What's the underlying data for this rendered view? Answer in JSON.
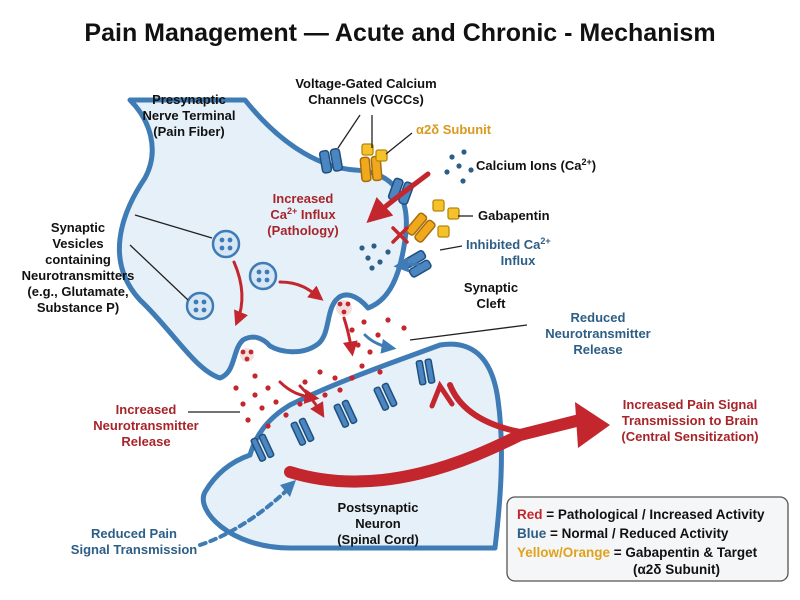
{
  "title": "Pain Management — Acute and Chronic - Mechanism",
  "labels": {
    "presynaptic": [
      "Presynaptic",
      "Nerve Terminal",
      "(Pain Fiber)"
    ],
    "vgcc": [
      "Voltage-Gated Calcium",
      "Channels (VGCCs)"
    ],
    "a2d": "α2δ Subunit",
    "calcium_prefix": "Calcium Ions (Ca",
    "calcium_sup": "2+",
    "calcium_suffix": ")",
    "increased_influx_l1": "Increased",
    "increased_influx_ca": "Ca",
    "increased_influx_sup": "2+",
    "increased_influx_rest": " Influx",
    "increased_influx_l3": "(Pathology)",
    "gabapentin": "Gabapentin",
    "inhibited_l1_prefix": "Inhibited Ca",
    "inhibited_sup": "2+",
    "inhibited_l2": "Influx",
    "vesicles": [
      "Synaptic",
      "Vesicles",
      "containing",
      "Neurotransmitters",
      "(e.g., Glutamate,",
      "Substance P)"
    ],
    "cleft": [
      "Synaptic",
      "Cleft"
    ],
    "reduced_nt": [
      "Reduced",
      "Neurotransmitter",
      "Release"
    ],
    "increased_nt": [
      "Increased",
      "Neurotransmitter",
      "Release"
    ],
    "pain_signal": [
      "Increased Pain Signal",
      "Transmission to Brain",
      "(Central Sensitization)"
    ],
    "postsynaptic": [
      "Postsynaptic",
      "Neuron",
      "(Spinal Cord)"
    ],
    "reduced_pain": [
      "Reduced Pain",
      "Signal Transmission"
    ]
  },
  "legend": {
    "red_key": "Red",
    "red_desc": " = Pathological / Increased Activity",
    "blue_key": "Blue",
    "blue_desc": " = Normal / Reduced Activity",
    "yellow_key": "Yellow/Orange",
    "yellow_desc": " = Gabapentin & Target",
    "yellow_desc2": "(α2δ Subunit)"
  },
  "colors": {
    "red": "#c4262e",
    "blue": "#2c5e86",
    "orange": "#f0a81c",
    "membrane": "#3f7cb6",
    "fill": "#e6f0f9"
  }
}
